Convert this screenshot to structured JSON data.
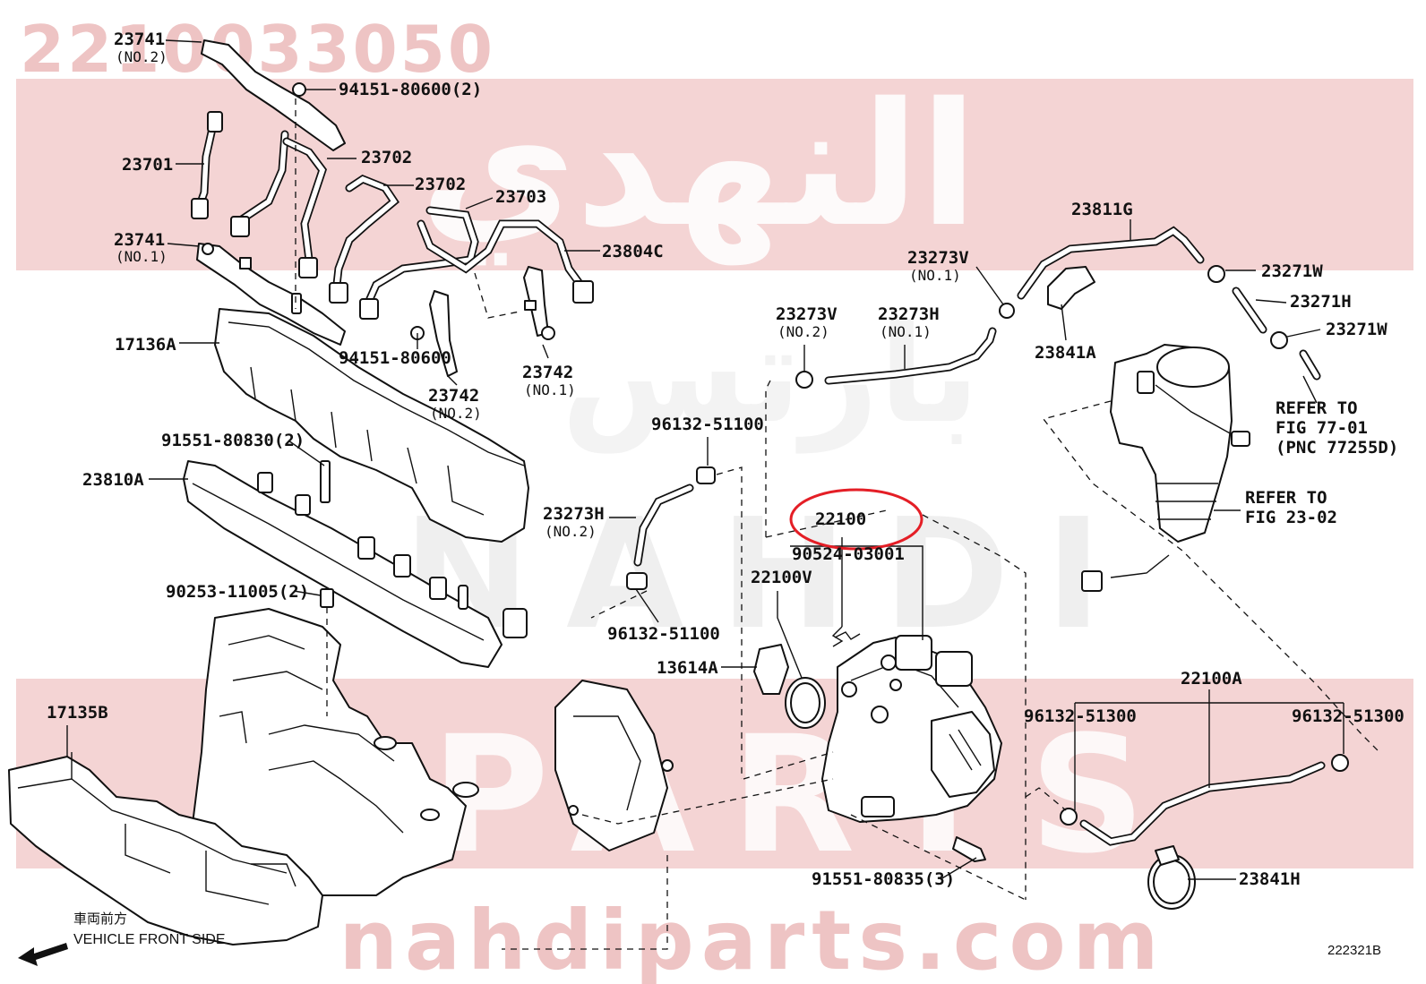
{
  "header": {
    "part_number": "2210033050"
  },
  "watermark": {
    "arabic_text": "النهدي",
    "arabic_text_2": "بارتس",
    "latin_text_1": "NAHDI",
    "latin_text_2": "PARTS",
    "site": "nahdiparts.com",
    "band_color": "#f4d4d4",
    "text_color": "#eab4b4"
  },
  "highlight": {
    "color": "#e41e26",
    "target": "22100"
  },
  "callouts": {
    "c23741_no2": "23741",
    "c23741_no2_sub": "(NO.2)",
    "c94151_80600_2": "94151-80600(2)",
    "c23701": "23701",
    "c23702_a": "23702",
    "c23702_b": "23702",
    "c23703": "23703",
    "c23804c": "23804C",
    "c23741_no1": "23741",
    "c23741_no1_sub": "(NO.1)",
    "c17136a": "17136A",
    "c94151_80600": "94151-80600",
    "c23742_no2": "23742",
    "c23742_no2_sub": "(NO.2)",
    "c23742_no1": "23742",
    "c23742_no1_sub": "(NO.1)",
    "c91551_80830": "91551-80830(2)",
    "c23810a": "23810A",
    "c90253_11005": "90253-11005(2)",
    "c17135b": "17135B",
    "c23273v_no2": "23273V",
    "c23273v_no2_sub": "(NO.2)",
    "c23273h_no1": "23273H",
    "c23273h_no1_sub": "(NO.1)",
    "c23273v_no1": "23273V",
    "c23273v_no1_sub": "(NO.1)",
    "c23811g": "23811G",
    "c23271w_a": "23271W",
    "c23271h": "23271H",
    "c23271w_b": "23271W",
    "c23841a": "23841A",
    "c96132_51100_top": "96132-51100",
    "c23273h_no2": "23273H",
    "c23273h_no2_sub": "(NO.2)",
    "c96132_51100_bot": "96132-51100",
    "c22100": "22100",
    "c90524_03001": "90524-03001",
    "c22100v": "22100V",
    "c13614a": "13614A",
    "c22100a": "22100A",
    "c96132_51300_l": "96132-51300",
    "c96132_51300_r": "96132-51300",
    "c23841h": "23841H",
    "c91551_80835": "91551-80835(3)",
    "refer1_line1": "REFER TO",
    "refer1_line2": "FIG 77-01",
    "refer1_line3": "(PNC 77255D)",
    "refer2_line1": "REFER TO",
    "refer2_line2": "FIG 23-02"
  },
  "footer": {
    "front_jp": "車両前方",
    "front_en": "VEHICLE FRONT SIDE",
    "figure_code": "222321B"
  }
}
